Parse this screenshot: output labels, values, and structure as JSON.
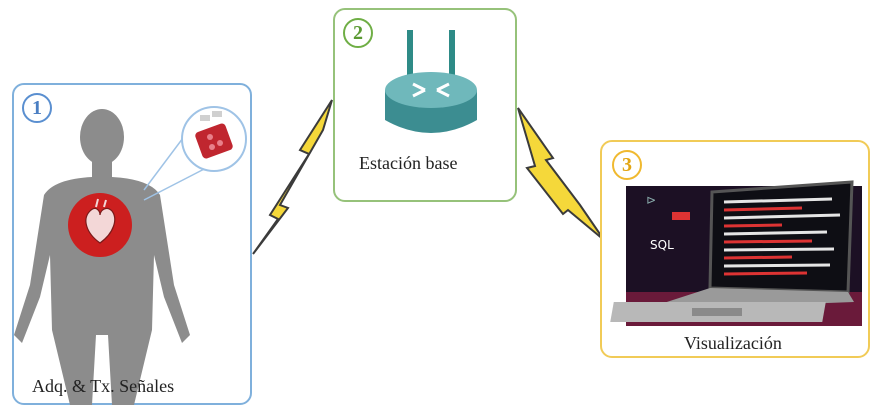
{
  "panels": [
    {
      "number": "1",
      "label": "Adq. & Tx. Señales",
      "color": "#7fb0dc"
    },
    {
      "number": "2",
      "label": "Estación base",
      "color": "#96c27a"
    },
    {
      "number": "3",
      "label": "Visualización",
      "color": "#f1cb57"
    }
  ],
  "screen": {
    "tag": "SQL"
  },
  "icons": [
    "human-body-icon",
    "heart-icon",
    "sensor-board-icon",
    "router-icon",
    "laptop-icon",
    "lightning-bolt-icon"
  ]
}
